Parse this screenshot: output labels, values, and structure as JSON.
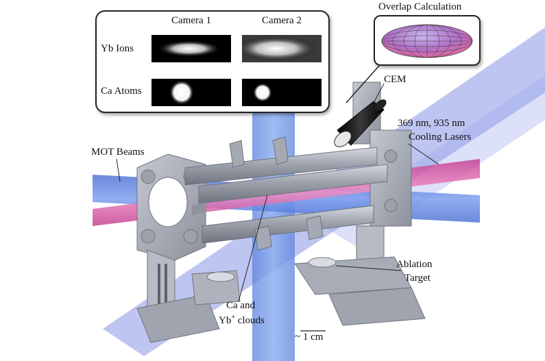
{
  "inset": {
    "col_headers": [
      "Camera 1",
      "Camera  2"
    ],
    "row_labels": [
      "Yb Ions",
      "Ca Atoms"
    ]
  },
  "labels": {
    "overlap_title": "Overlap Calculation",
    "cem": "CEM",
    "lasers_line1": "369 nm, 935 nm",
    "lasers_line2": "Cooling Lasers",
    "mot_beams": "MOT Beams",
    "ablation_line1": "Ablation",
    "ablation_line2": "Target",
    "clouds_line1": "Ca and",
    "clouds_line2": "Yb",
    "clouds_sup": "+",
    "clouds_line2_rest": " clouds",
    "scale": "~ 1 cm"
  },
  "colors": {
    "mot_beam": "#4a6fd8",
    "cooling_laser": "#d0449a",
    "vertical_beam": "#6b8fe0",
    "apparatus": "#a9adb8",
    "apparatus_dark": "#7d818c"
  }
}
